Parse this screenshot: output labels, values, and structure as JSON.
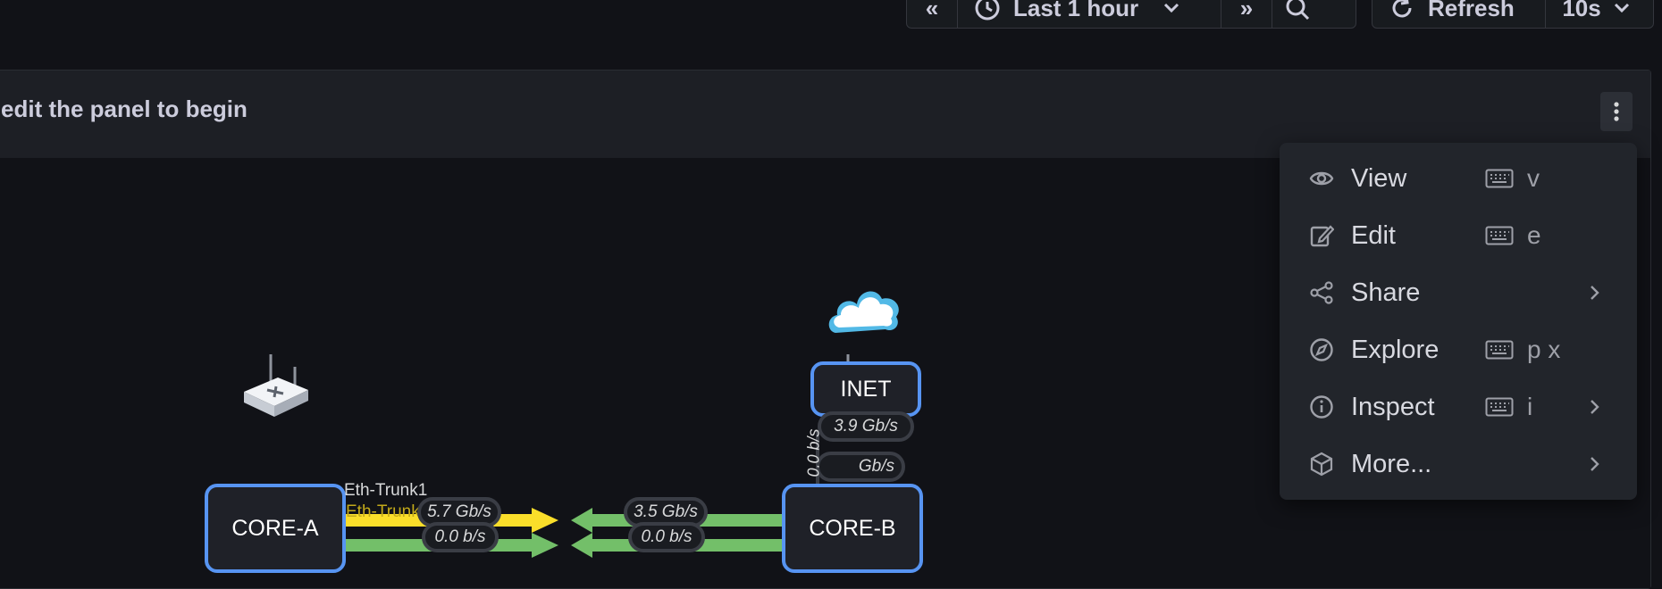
{
  "toolbar": {
    "time_range": "Last 1 hour",
    "refresh_label": "Refresh",
    "refresh_interval": "10s"
  },
  "panel": {
    "title": "edit the panel to begin"
  },
  "diagram": {
    "nodes": {
      "core_a": "CORE-A",
      "core_b": "CORE-B",
      "inet": "INET"
    },
    "link_labels": {
      "trunk1": "Eth-Trunk1",
      "trunk2": "Eth-Trunk2"
    },
    "rates": {
      "a_to_b_top": "5.7 Gb/s",
      "b_to_a_top": "3.5 Gb/s",
      "a_to_b_bottom": "0.0 b/s",
      "b_to_a_bottom": "0.0 b/s",
      "inet_rate": "3.9 Gb/s",
      "inet_vertical": "0.0 b/s",
      "inet_rate_lower": "Gb/s"
    },
    "colors": {
      "node_border": "#5794f2",
      "link_green": "#73bf69",
      "link_yellow": "#fade2a"
    }
  },
  "menu": {
    "items": [
      {
        "label": "View",
        "icon": "eye-icon",
        "key": "v"
      },
      {
        "label": "Edit",
        "icon": "edit-icon",
        "key": "e"
      },
      {
        "label": "Share",
        "icon": "share-icon",
        "key": ""
      },
      {
        "label": "Explore",
        "icon": "compass-icon",
        "key": "p x"
      },
      {
        "label": "Inspect",
        "icon": "info-icon",
        "key": "i"
      },
      {
        "label": "More...",
        "icon": "cube-icon",
        "key": ""
      }
    ]
  }
}
